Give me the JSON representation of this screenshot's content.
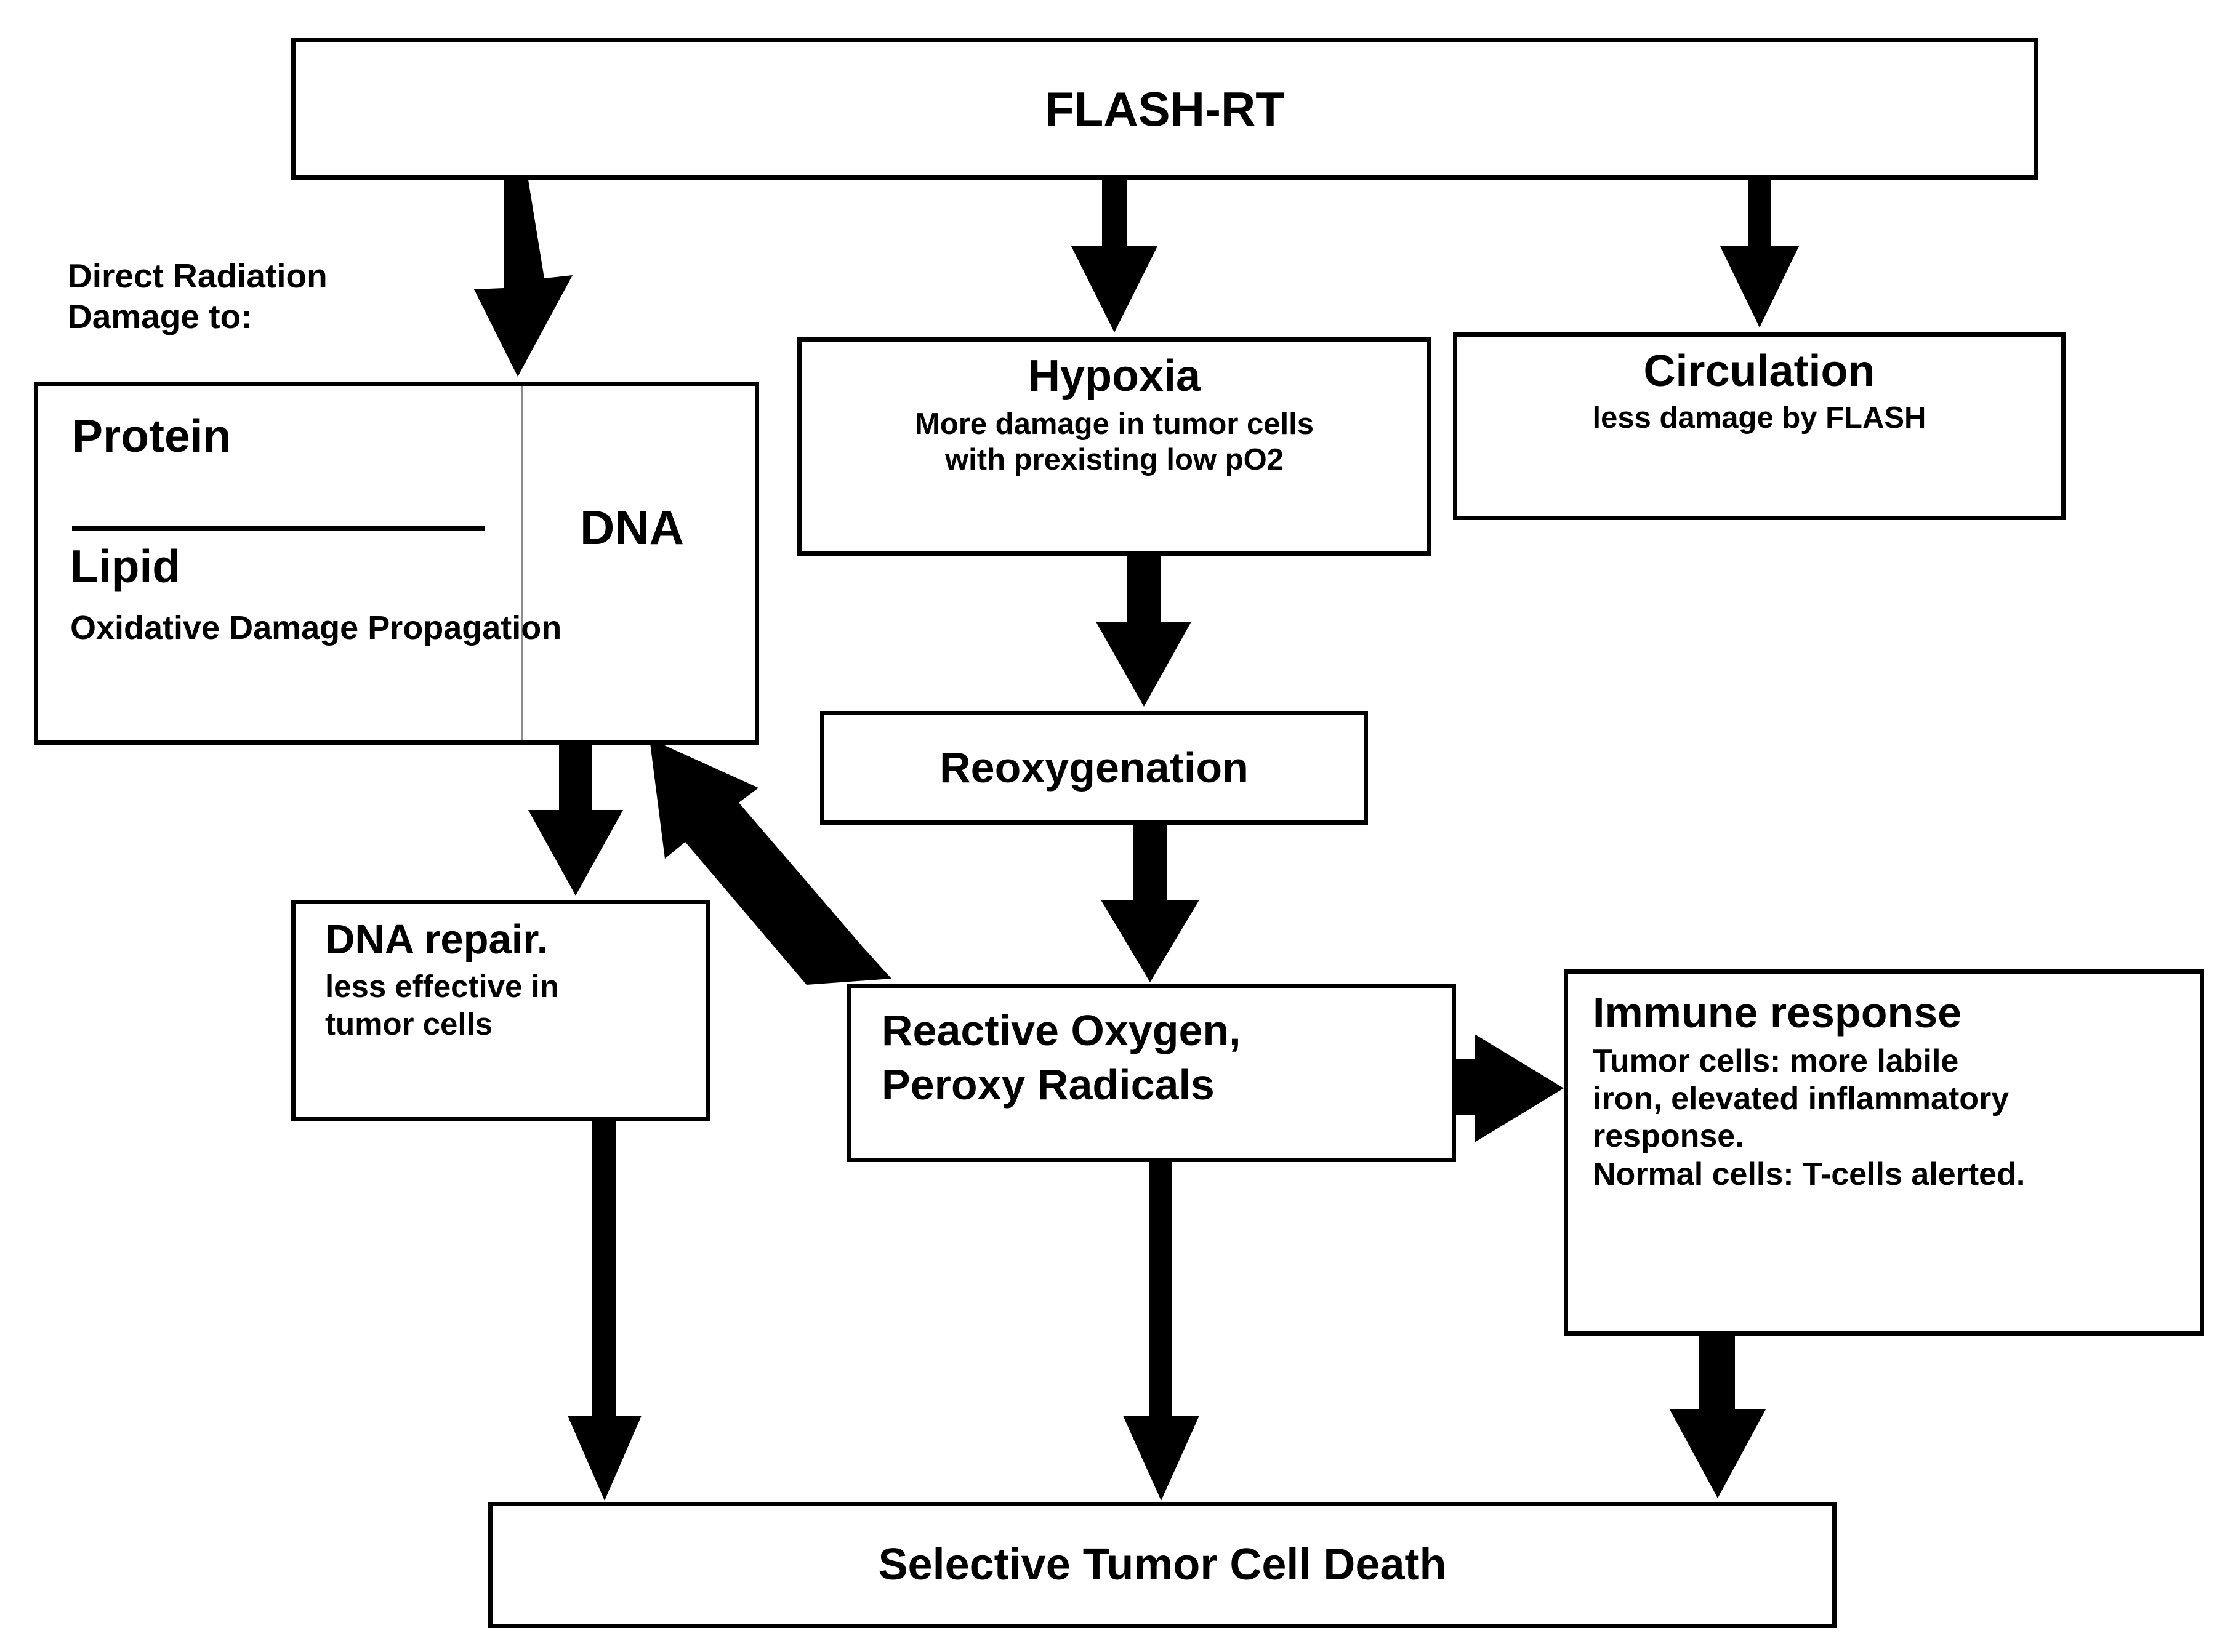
{
  "diagram": {
    "title": "FLASH-RT mechanism flowchart",
    "background_color": "#ffffff",
    "line_color": "#000000",
    "divider_color": "#8d8d8d"
  },
  "nodes": {
    "flash_rt": {
      "label": "FLASH-RT"
    },
    "direct_damage_caption": {
      "label": "Direct Radiation\nDamage to:"
    },
    "damage_box": {
      "protein": "Protein",
      "lipid": "Lipid",
      "oxidative": "Oxidative Damage\nPropagation",
      "dna": "DNA"
    },
    "hypoxia": {
      "title": "Hypoxia",
      "subtitle": "More damage in tumor cells\nwith prexisting low pO2"
    },
    "circulation": {
      "title": "Circulation",
      "subtitle": "less damage by FLASH"
    },
    "reoxygenation": {
      "title": "Reoxygenation"
    },
    "dna_repair": {
      "title": "DNA repair.",
      "subtitle": "less effective in\ntumor cells"
    },
    "reactive_oxygen": {
      "title": "Reactive Oxygen,\nPeroxy Radicals"
    },
    "immune_response": {
      "title": "Immune response",
      "subtitle": "Tumor cells: more labile\niron, elevated inflammatory\nresponse.\nNormal cells: T-cells alerted."
    },
    "selective_tumor_cell_death": {
      "label": "Selective Tumor Cell Death"
    }
  },
  "edges": [
    {
      "name": "flash-to-damage",
      "from": "flash_rt",
      "to": "damage_box",
      "style": "thick-arrow-down-slanted"
    },
    {
      "name": "flash-to-hypoxia",
      "from": "flash_rt",
      "to": "hypoxia",
      "style": "thick-arrow-down"
    },
    {
      "name": "flash-to-circulation",
      "from": "flash_rt",
      "to": "circulation",
      "style": "thick-arrow-down"
    },
    {
      "name": "lipid-to-dna",
      "from": "damage_box.oxidative",
      "to": "damage_box.dna",
      "style": "thin-arrow-right"
    },
    {
      "name": "hypoxia-to-reoxygenation",
      "from": "hypoxia",
      "to": "reoxygenation",
      "style": "thick-arrow-down"
    },
    {
      "name": "reoxygenation-to-ros",
      "from": "reoxygenation",
      "to": "reactive_oxygen",
      "style": "thick-arrow-down"
    },
    {
      "name": "damage-to-dna-repair",
      "from": "damage_box",
      "to": "dna_repair",
      "style": "thick-arrow-down"
    },
    {
      "name": "ros-to-dna",
      "from": "reactive_oxygen",
      "to": "damage_box.dna",
      "style": "thick-arrow-diagonal-up-left"
    },
    {
      "name": "ros-to-immune",
      "from": "reactive_oxygen",
      "to": "immune_response",
      "style": "thick-arrow-right"
    },
    {
      "name": "dna-repair-to-death",
      "from": "dna_repair",
      "to": "selective_tumor_cell_death",
      "style": "arrow-down"
    },
    {
      "name": "ros-to-death",
      "from": "reactive_oxygen",
      "to": "selective_tumor_cell_death",
      "style": "arrow-down"
    },
    {
      "name": "immune-to-death",
      "from": "immune_response",
      "to": "selective_tumor_cell_death",
      "style": "arrow-down"
    }
  ]
}
